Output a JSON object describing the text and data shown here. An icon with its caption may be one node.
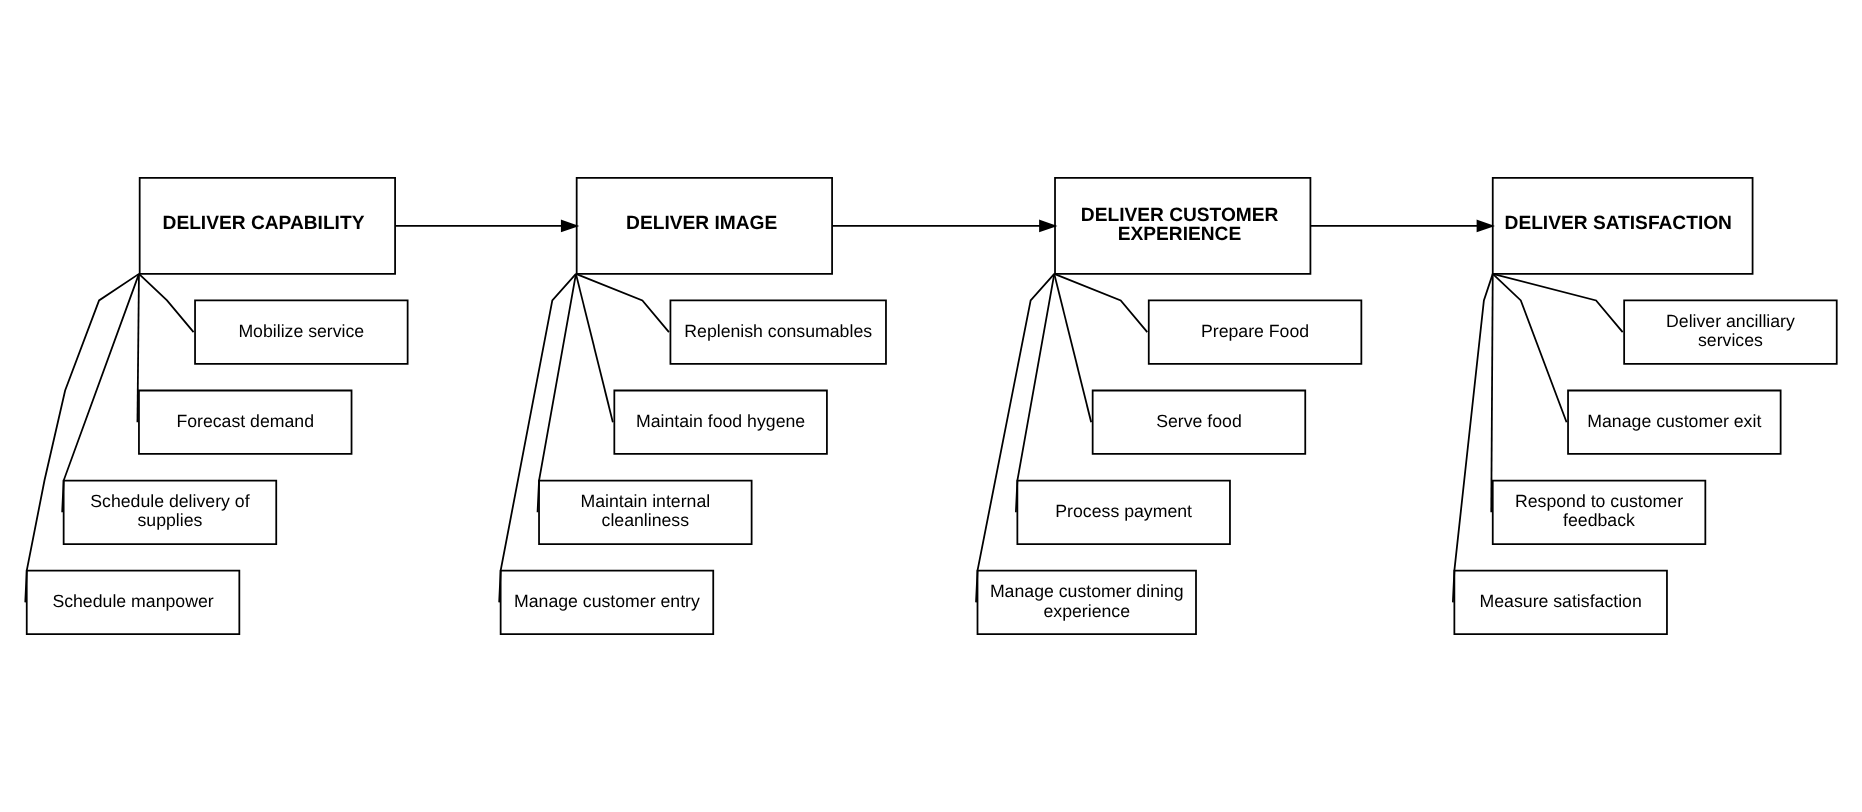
{
  "diagram": {
    "nodes": [
      {
        "text": [
          "DELIVER CAPABILITY"
        ]
      },
      {
        "text": [
          "Mobilize service"
        ]
      },
      {
        "text": [
          "Forecast demand"
        ]
      },
      {
        "text": [
          "Schedule delivery of supplies"
        ]
      },
      {
        "text": [
          "Schedule manpower"
        ]
      },
      {
        "text": [
          "DELIVER IMAGE"
        ]
      },
      {
        "text": [
          "Replenish consumables"
        ]
      },
      {
        "text": [
          "Maintain food hygene"
        ]
      },
      {
        "text": [
          "Maintain internal cleanliness"
        ]
      },
      {
        "text": [
          "Manage customer entry"
        ]
      },
      {
        "text": [
          "DELIVER CUSTOMER EXPERIENCE"
        ]
      },
      {
        "text": [
          "Prepare Food"
        ]
      },
      {
        "text": [
          "Serve food"
        ]
      },
      {
        "text": [
          "Process payment"
        ]
      },
      {
        "text": [
          "Manage customer dining experience"
        ]
      },
      {
        "text": [
          "DELIVER SATISFACTION"
        ]
      },
      {
        "text": [
          "Deliver ancilliary services"
        ]
      },
      {
        "text": [
          "Manage customer exit"
        ]
      },
      {
        "text": [
          "Respond to customer feedback"
        ]
      },
      {
        "text": [
          "Measure satisfaction"
        ]
      }
    ],
    "edges": [
      {
        "from": 0,
        "to": 5,
        "arrow": "to"
      },
      {
        "from": 5,
        "to": 10,
        "arrow": "to"
      },
      {
        "from": 10,
        "to": 15,
        "arrow": "to"
      },
      {
        "from": 0,
        "to": 1,
        "arrow": "none"
      },
      {
        "from": 0,
        "to": 2,
        "arrow": "none"
      },
      {
        "from": 0,
        "to": 3,
        "arrow": "none"
      },
      {
        "from": 0,
        "to": 4,
        "arrow": "none"
      },
      {
        "from": 5,
        "to": 6,
        "arrow": "none"
      },
      {
        "from": 5,
        "to": 7,
        "arrow": "none"
      },
      {
        "from": 5,
        "to": 8,
        "arrow": "none"
      },
      {
        "from": 5,
        "to": 9,
        "arrow": "none"
      },
      {
        "from": 10,
        "to": 11,
        "arrow": "none"
      },
      {
        "from": 10,
        "to": 12,
        "arrow": "none"
      },
      {
        "from": 10,
        "to": 13,
        "arrow": "none"
      },
      {
        "from": 10,
        "to": 14,
        "arrow": "none"
      },
      {
        "from": 15,
        "to": 16,
        "arrow": "none"
      },
      {
        "from": 15,
        "to": 17,
        "arrow": "none"
      },
      {
        "from": 15,
        "to": 18,
        "arrow": "none"
      },
      {
        "from": 15,
        "to": 19,
        "arrow": "none"
      }
    ]
  }
}
